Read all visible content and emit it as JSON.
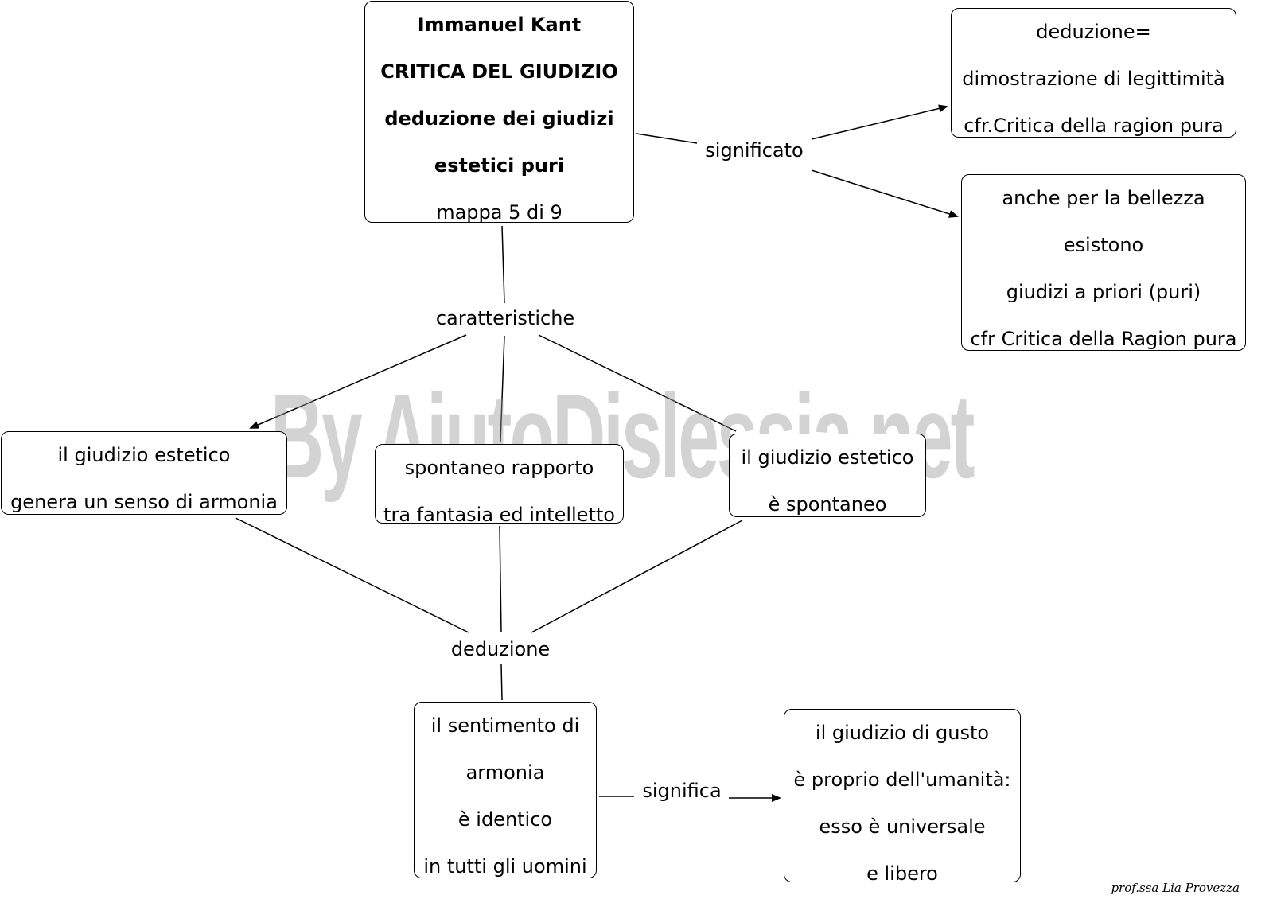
{
  "watermark": "By AiutoDislessia.net",
  "signature": "prof.ssa Lia Provezza",
  "nodes": {
    "title": {
      "lines": [
        "Immanuel Kant",
        "CRITICA DEL GIUDIZIO",
        "deduzione dei giudizi",
        "estetici puri",
        "mappa 5 di 9"
      ]
    },
    "meaning1": {
      "lines": [
        "deduzione=",
        "dimostrazione di legittimità",
        "cfr.Critica della ragion pura"
      ]
    },
    "meaning2": {
      "lines": [
        "anche per la bellezza",
        "esistono",
        "giudizi a priori (puri)",
        "cfr Critica della Ragion pura"
      ]
    },
    "char1": {
      "lines": [
        "il giudizio estetico",
        "genera un senso di armonia"
      ]
    },
    "char2": {
      "lines": [
        "spontaneo rapporto",
        "tra fantasia ed intelletto"
      ]
    },
    "char3": {
      "lines": [
        "il giudizio estetico",
        "è spontaneo"
      ]
    },
    "feeling": {
      "lines": [
        "il sentimento di",
        "armonia",
        "è identico",
        "in tutti gli uomini"
      ]
    },
    "taste": {
      "lines": [
        "il giudizio di gusto",
        "è proprio dell'umanità:",
        "esso è universale",
        "e libero"
      ]
    }
  },
  "links": {
    "significato": "significato",
    "caratteristiche": "caratteristiche",
    "deduzione": "deduzione",
    "significa": "significa"
  }
}
